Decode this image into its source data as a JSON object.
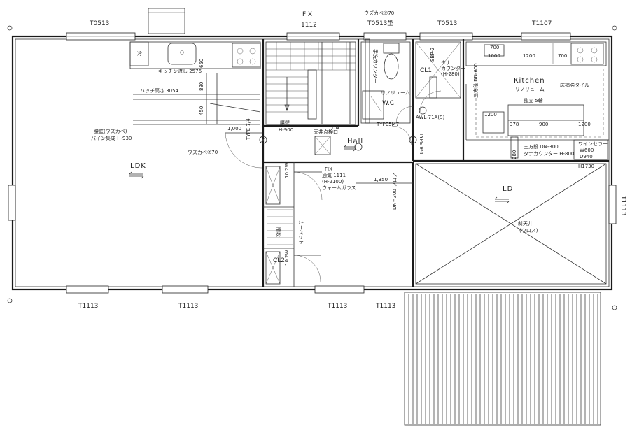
{
  "labels": {
    "fix_top": "FIX",
    "fix_top_size": "1112",
    "win_t0513_left": "T0513",
    "win_t0513_type": "T0513型",
    "win_t0513_right": "T0513",
    "win_t1107": "T1107",
    "win_t1113_right": "T1113",
    "win_t1113_b1": "T1113",
    "win_t1113_b2": "T1113",
    "win_t1113_b3": "T1113",
    "win_t1113_b4": "T1113",
    "uzukabe_top": "ウズカベ⑦70",
    "reizouko": "冷",
    "kitchen_sink": "キッチン流し 2576",
    "dim_650": "650",
    "dim_830": "830",
    "dim_450": "450",
    "hacchi": "ハッチ高さ 3054",
    "koshikabe_ldk": "腰壁(ウズカベ)",
    "koshikabe_ldk_2": "パイン集成 H-930",
    "dim_1000": "1,000",
    "uzukabe_mid": "ウズカベ⑦70",
    "type_mid": "TYPE 7/4",
    "ldk": "LDK",
    "koshikabe_hall": "腰壁",
    "koshikabe_hall_h": "H-900",
    "tenjo": "天井点検口",
    "hall": "Hall",
    "dn": "DN",
    "type5m7": "TYPE5M7",
    "wc": "W.C",
    "linoleum": "リノリューム",
    "wc_counter": "手洗カウンター",
    "cl1": "CL1",
    "tana": "タナ",
    "counter": "カウンター",
    "h280": "(H-280)",
    "sbp": "SBP-2",
    "awl": "AWL-71A(S)",
    "type_hall": "TYPE 9/4",
    "kitchen": "Kitchen",
    "kitchen_floor": "リノリューム",
    "kitchen_tile": "床補強タイル",
    "dim_700a": "700",
    "dim_1000k": "1000",
    "dim_1200a": "1200",
    "dim_700b": "700",
    "dim_1200b": "1200",
    "sanpoudan": "三方段 DN-600",
    "seki_goshi": "独立 5輪",
    "dim_378": "378",
    "dim_900": "900",
    "dim_1200c": "1200",
    "dim_280": "280",
    "sanpoudan2": "三方段 DN-300",
    "tana_counter": "タナカウンター H-800",
    "wine": "ワインセラー",
    "wine_w": "W600",
    "wine_d": "D940",
    "wine_h": "H1730",
    "fix_hall": "FIX",
    "fix_hall_2": "通気 1111",
    "fix_hall_3": "(H-2100)",
    "fix_hall_4": "ウォームガラス",
    "dim_1350": "1,350",
    "sunkaku": "10.2W",
    "cl2": "CL2",
    "sunkaku2": "10.2W",
    "dn_300": "DN=300 フロア",
    "ld": "LD",
    "shatenjo": "斜天井",
    "shatenjo2": "(ウロス)",
    "carpet": "カーペット",
    "kaidan_label": "階段"
  },
  "colors": {
    "ink": "#1a1a1a",
    "paper": "#ffffff"
  }
}
